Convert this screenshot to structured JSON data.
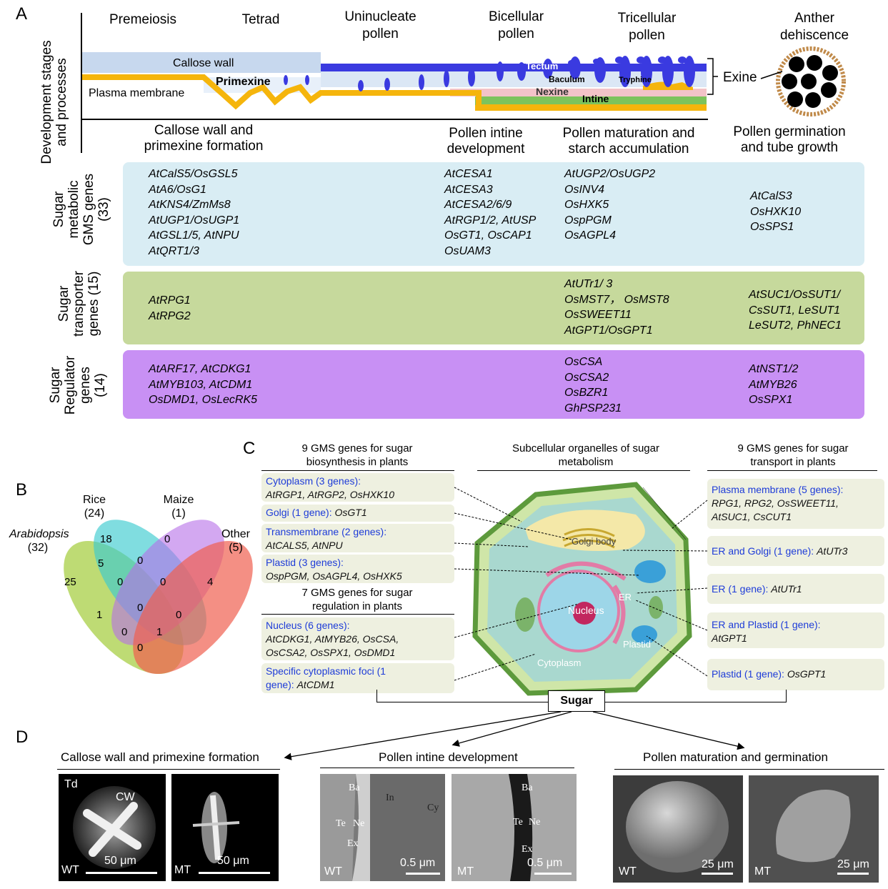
{
  "panels": {
    "a": "A",
    "b": "B",
    "c": "C",
    "d": "D"
  },
  "panel_a": {
    "y_axis_label": "Development stages\nand processes",
    "stages": [
      "Premeiosis",
      "Tetrad",
      "Uninucleate\npollen",
      "Bicellular\npollen",
      "Tricellular\npollen",
      "Anther\ndehiscence"
    ],
    "layers": {
      "callose_wall": "Callose wall",
      "plasma_membrane": "Plasma membrane",
      "primexine": "Primexine",
      "tectum": "Tectum",
      "baculum": "Baculum",
      "tryphine": "Tryphine",
      "nexine": "Nexine",
      "intine": "Intine",
      "exine": "Exine"
    },
    "processes": [
      "Callose wall and\nprimexine formation",
      "Pollen intine\ndevelopment",
      "Pollen maturation and\nstarch accumulation",
      "Pollen germination\nand tube growth"
    ],
    "rows": [
      {
        "label": "Sugar\nmetabolic\nGMS genes\n(33)",
        "color": "#d9edf4",
        "cols": [
          "AtCalS5/OsGSL5\nAtA6/OsG1\nAtKNS4/ZmMs8\nAtUGP1/OsUGP1\nAtGSL1/5, AtNPU\nAtQRT1/3",
          "AtCESA1\nAtCESA3\nAtCESA2/6/9\nAtRGP1/2, AtUSP\nOsGT1, OsCAP1\nOsUAM3",
          "AtUGP2/OsUGP2\nOsINV4\nOsHXK5\nOspPGM\nOsAGPL4",
          "AtCalS3\nOsHXK10\nOsSPS1"
        ]
      },
      {
        "label": "Sugar\ntransporter\ngenes (15)",
        "color": "#c6d99c",
        "cols": [
          "AtRPG1\nAtRPG2",
          "",
          "AtUTr1/ 3\nOsMST7， OsMST8\nOsSWEET11\nAtGPT1/OsGPT1",
          "AtSUC1/OsSUT1/\nCsSUT1, LeSUT1\nLeSUT2, PhNEC1"
        ]
      },
      {
        "label": "Sugar\nRegulator\ngenes\n(14)",
        "color": "#c890f4",
        "cols": [
          "AtARF17, AtCDKG1\nAtMYB103, AtCDM1\nOsDMD1, OsLecRK5",
          "",
          "OsCSA\nOsCSA2\nOsBZR1\nGhPSP231",
          "AtNST1/2\nAtMYB26\nOsSPX1"
        ]
      }
    ]
  },
  "panel_b": {
    "sets": [
      {
        "name": "Arabidopsis",
        "count": "(32)",
        "color": "#a8cf45"
      },
      {
        "name": "Rice",
        "count": "(24)",
        "color": "#3ccbd0"
      },
      {
        "name": "Maize",
        "count": "(1)",
        "color": "#b56ee8"
      },
      {
        "name": "Other",
        "count": "(5)",
        "color": "#f06050"
      }
    ],
    "regions": [
      "25",
      "18",
      "0",
      "4",
      "5",
      "0",
      "0",
      "0",
      "1",
      "0",
      "0",
      "0",
      "0",
      "1",
      "0"
    ]
  },
  "panel_c": {
    "left_head1": "9 GMS genes for sugar\nbiosynthesis  in plants",
    "center_head": "Subcellular  organelles of sugar\nmetabolism",
    "right_head": "9 GMS genes for sugar\ntransport in plants",
    "left_head2": "7 GMS genes for sugar\nregulation in plants",
    "left_boxes": [
      {
        "head": "Cytoplasm  (3 genes):",
        "genes": "AtRGP1, AtRGP2, OsHXK10"
      },
      {
        "head": "Golgi (1 gene): ",
        "genes": "OsGT1"
      },
      {
        "head": "Transmembrane (2 genes):",
        "genes": "AtCALS5, AtNPU"
      },
      {
        "head": "Plastid (3 genes):",
        "genes": "OspPGM, OsAGPL4, OsHXK5"
      },
      {
        "head": "Nucleus (6 genes):",
        "genes": "AtCDKG1, AtMYB26, OsCSA,\nOsCSA2, OsSPX1, OsDMD1"
      },
      {
        "head": "Specific cytoplasmic foci (1\ngene): ",
        "genes": "AtCDM1"
      }
    ],
    "right_boxes": [
      {
        "head": "Plasma membrane (5 genes):",
        "genes": "RPG1, RPG2, OsSWEET11,\nAtSUC1, CsCUT1"
      },
      {
        "head": "ER and Golgi (1 gene): ",
        "genes": "AtUTr3"
      },
      {
        "head": "ER (1  gene): ",
        "genes": "AtUTr1"
      },
      {
        "head": "ER and Plastid (1 gene):",
        "genes": "AtGPT1"
      },
      {
        "head": "Plastid (1 gene): ",
        "genes": "OsGPT1"
      }
    ],
    "cell_labels": {
      "golgi": "Golgi body",
      "nucleus": "Nucleus",
      "er": "ER",
      "plastid": "Plastid",
      "cytoplasm": "Cytoplasm"
    },
    "sugar": "Sugar"
  },
  "panel_d": {
    "groups": [
      "Callose wall and primexine formation",
      "Pollen intine development",
      "Pollen maturation and germination"
    ],
    "images": [
      {
        "top": "Td",
        "label": "CW",
        "corner": "WT",
        "scale": "50 μm"
      },
      {
        "corner": "MT",
        "scale": "50 μm"
      },
      {
        "corner": "WT",
        "scale": "0.5 μm",
        "ba": "Ba",
        "te": "Te",
        "ne": "Ne",
        "ex": "Ex",
        "in": "In",
        "cy": "Cy"
      },
      {
        "corner": "MT",
        "scale": "0.5 μm",
        "ba": "Ba",
        "te": "Te",
        "ne": "Ne",
        "ex": "Ex"
      },
      {
        "corner": "WT",
        "scale": "25 μm"
      },
      {
        "corner": "MT",
        "scale": "25 μm"
      }
    ]
  }
}
